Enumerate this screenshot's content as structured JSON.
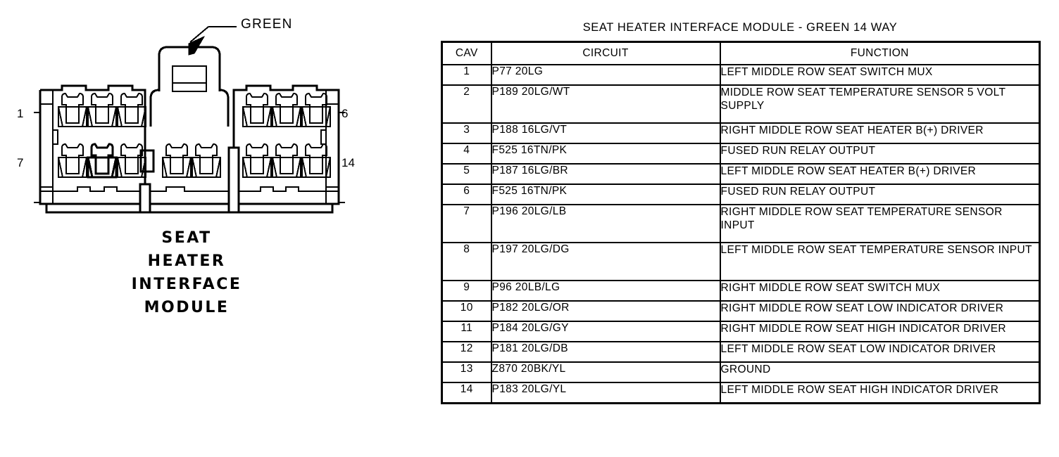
{
  "diagram": {
    "callout": {
      "label": "GREEN",
      "icon": "arrow-pointer-icon"
    },
    "pins": {
      "top_left": "1",
      "bottom_left": "7",
      "top_right": "6",
      "bottom_right": "14"
    },
    "caption_lines": [
      "SEAT",
      "HEATER",
      "INTERFACE",
      "MODULE"
    ],
    "connector": {
      "top_row_terminals": 6,
      "bottom_row_terminals": 8,
      "total_cavities": 14
    }
  },
  "table": {
    "title": "SEAT HEATER INTERFACE MODULE - GREEN 14 WAY",
    "headers": [
      "CAV",
      "CIRCUIT",
      "FUNCTION"
    ],
    "rows": [
      {
        "cav": "1",
        "circuit": "P77 20LG",
        "function": "LEFT MIDDLE ROW SEAT SWITCH MUX",
        "tall": false
      },
      {
        "cav": "2",
        "circuit": "P189 20LG/WT",
        "function": "MIDDLE ROW SEAT TEMPERATURE SENSOR 5 VOLT SUPPLY",
        "tall": true
      },
      {
        "cav": "3",
        "circuit": "P188 16LG/VT",
        "function": "RIGHT MIDDLE ROW SEAT HEATER B(+) DRIVER",
        "tall": false
      },
      {
        "cav": "4",
        "circuit": "F525 16TN/PK",
        "function": "FUSED RUN RELAY OUTPUT",
        "tall": false
      },
      {
        "cav": "5",
        "circuit": "P187 16LG/BR",
        "function": "LEFT MIDDLE ROW SEAT HEATER B(+) DRIVER",
        "tall": false
      },
      {
        "cav": "6",
        "circuit": "F525 16TN/PK",
        "function": "FUSED RUN RELAY OUTPUT",
        "tall": false
      },
      {
        "cav": "7",
        "circuit": "P196 20LG/LB",
        "function": "RIGHT MIDDLE ROW SEAT TEMPERATURE SENSOR INPUT",
        "tall": true
      },
      {
        "cav": "8",
        "circuit": "P197 20LG/DG",
        "function": "LEFT MIDDLE ROW SEAT TEMPERATURE SENSOR INPUT",
        "tall": true
      },
      {
        "cav": "9",
        "circuit": "P96 20LB/LG",
        "function": "RIGHT MIDDLE ROW SEAT SWITCH MUX",
        "tall": false
      },
      {
        "cav": "10",
        "circuit": "P182 20LG/OR",
        "function": "RIGHT MIDDLE ROW SEAT LOW INDICATOR DRIVER",
        "tall": false
      },
      {
        "cav": "11",
        "circuit": "P184 20LG/GY",
        "function": "RIGHT MIDDLE ROW SEAT HIGH INDICATOR DRIVER",
        "tall": false
      },
      {
        "cav": "12",
        "circuit": "P181 20LG/DB",
        "function": "LEFT MIDDLE ROW SEAT LOW INDICATOR DRIVER",
        "tall": false
      },
      {
        "cav": "13",
        "circuit": "Z870 20BK/YL",
        "function": "GROUND",
        "tall": false
      },
      {
        "cav": "14",
        "circuit": "P183 20LG/YL",
        "function": "LEFT MIDDLE ROW SEAT HIGH INDICATOR DRIVER",
        "tall": false
      }
    ]
  },
  "colors": {
    "ink": "#000000",
    "paper": "#ffffff"
  }
}
